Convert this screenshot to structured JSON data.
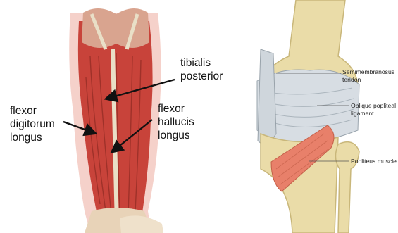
{
  "left_figure": {
    "labels": {
      "tibialis_posterior": "tibialis\nposterior",
      "flexor_digitorum_longus": "flexor\ndigitorum\nlongus",
      "flexor_hallucis_longus": "flexor\nhallucis\nlongus"
    },
    "colors": {
      "muscle": "#c8433a",
      "muscle_dark": "#8e2a23",
      "halo": "#f3c9c1",
      "tendon": "#e9dfc7",
      "arrow": "#111111"
    }
  },
  "right_figure": {
    "labels": {
      "semimembranosus_tendon": "Semimembranosus\ntendon",
      "oblique_popliteal_ligament": "Oblique popliteal\nligament",
      "popliteus_muscle": "Popliteus muscle"
    },
    "colors": {
      "bone": "#eadca8",
      "bone_shade": "#c9b77a",
      "ligament": "#d7dde3",
      "popliteus": "#e8806a",
      "leader_line": "#555555"
    }
  }
}
